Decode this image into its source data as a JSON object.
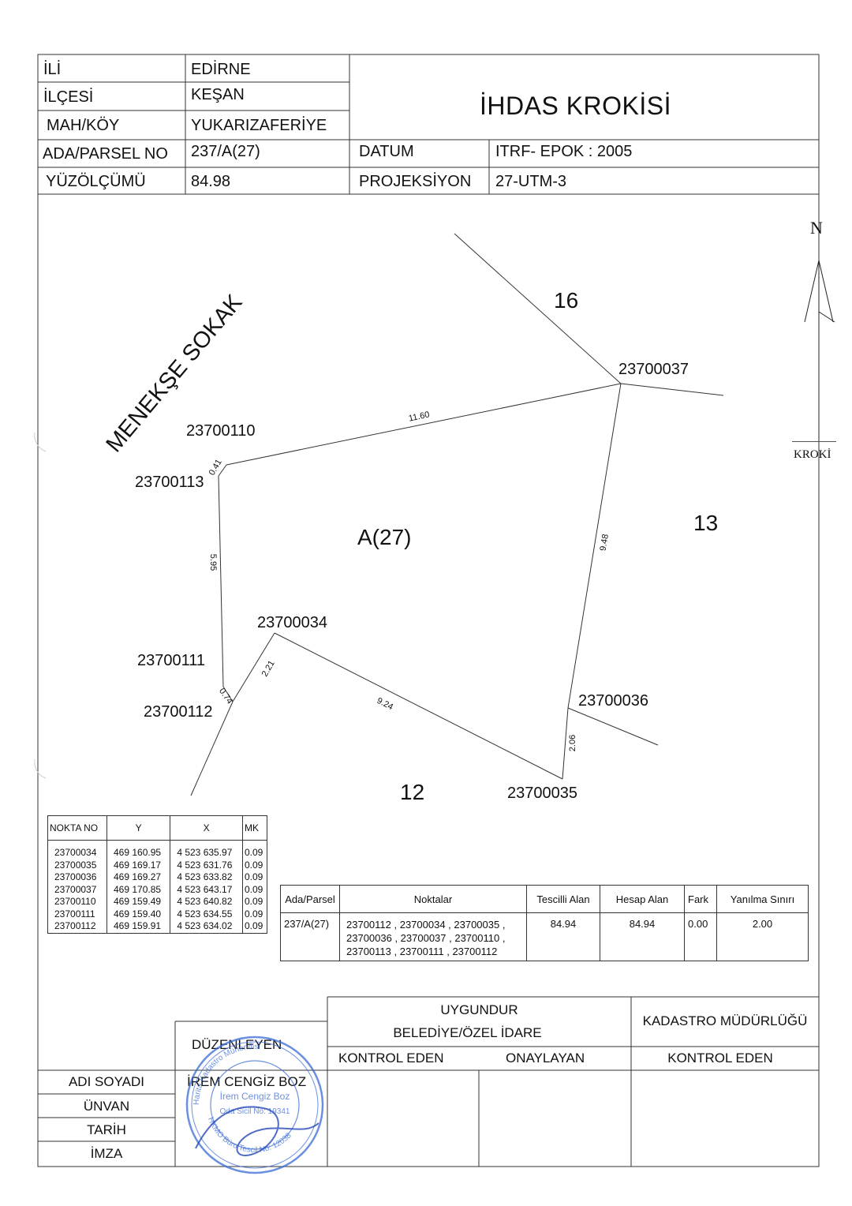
{
  "header": {
    "il_label": "İLİ",
    "il_value": "EDİRNE",
    "ilce_label": "İLÇESİ",
    "ilce_value": "KEŞAN",
    "mah_label": "MAH/KÖY",
    "mah_value": "YUKARIZAFERİYE",
    "ada_label": "ADA/PARSEL NO",
    "ada_value": "237/A(27)",
    "yuz_label": "YÜZÖLÇÜMÜ",
    "yuz_value": "84.98",
    "title": "İHDAS KROKİSİ",
    "datum_label": "DATUM",
    "datum_value": "ITRF- EPOK : 2005",
    "proj_label": "PROJEKSİYON",
    "proj_value": "27-UTM-3"
  },
  "margin": {
    "north": "N",
    "kroki": "KROKİ"
  },
  "map": {
    "street": "MENEKŞE SOKAK",
    "parcel_center": "A(27)",
    "neighbors": {
      "n16": "16",
      "n13": "13",
      "n12": "12"
    },
    "points": {
      "p37": "23700037",
      "p110": "23700110",
      "p113": "23700113",
      "p111": "23700111",
      "p112": "23700112",
      "p34": "23700034",
      "p36": "23700036",
      "p35": "23700035"
    },
    "distances": {
      "d1160": "11.60",
      "d041": "0.41",
      "d595": "5.95",
      "d074": "0.74",
      "d221": "2.21",
      "d924": "9.24",
      "d206": "2.06",
      "d948": "9.48"
    }
  },
  "coord_table": {
    "headers": [
      "NOKTA NO",
      "Y",
      "X",
      "MK"
    ],
    "rows": [
      [
        "23700034",
        "469 160.95",
        "4 523 635.97",
        "0.09"
      ],
      [
        "23700035",
        "469 169.17",
        "4 523 631.76",
        "0.09"
      ],
      [
        "23700036",
        "469 169.27",
        "4 523 633.82",
        "0.09"
      ],
      [
        "23700037",
        "469 170.85",
        "4 523 643.17",
        "0.09"
      ],
      [
        "23700110",
        "469 159.49",
        "4 523 640.82",
        "0.09"
      ],
      [
        "23700111",
        "469 159.40",
        "4 523 634.55",
        "0.09"
      ],
      [
        "23700112",
        "469 159.91",
        "4 523 634.02",
        "0.09"
      ]
    ]
  },
  "summary_table": {
    "headers": [
      "Ada/Parsel",
      "Noktalar",
      "Tescilli Alan",
      "Hesap Alan",
      "Fark",
      "Yanılma Sınırı"
    ],
    "row": {
      "ada": "237/A(27)",
      "noktalar": "23700112 , 23700034 , 23700035 , 23700036 , 23700037 , 23700110 , 23700113 , 23700111 , 23700112",
      "tescilli": "84.94",
      "hesap": "84.94",
      "fark": "0.00",
      "yanilma": "2.00"
    }
  },
  "signature": {
    "uygundur": "UYGUNDUR",
    "belediye": "BELEDİYE/ÖZEL İDARE",
    "kadastro": "KADASTRO MÜDÜRLÜĞÜ",
    "duzenleyen": "DÜZENLEYEN",
    "kontrol_eden_1": "KONTROL EDEN",
    "onaylayan": "ONAYLAYAN",
    "kontrol_eden_2": "KONTROL EDEN",
    "adi_soyadi": "ADI SOYADI",
    "unvan": "ÜNVAN",
    "tarih": "TARİH",
    "imza": "İMZA",
    "name": "İREM CENGİZ BOZ"
  },
  "stamp_text": {
    "line1": "Harita Kadastro Mühendisi",
    "line2": "İrem Cengiz Boz",
    "line3": "Oda Sicil No: 19341",
    "line4": "HKMO Büro Tescil No: 12038"
  }
}
